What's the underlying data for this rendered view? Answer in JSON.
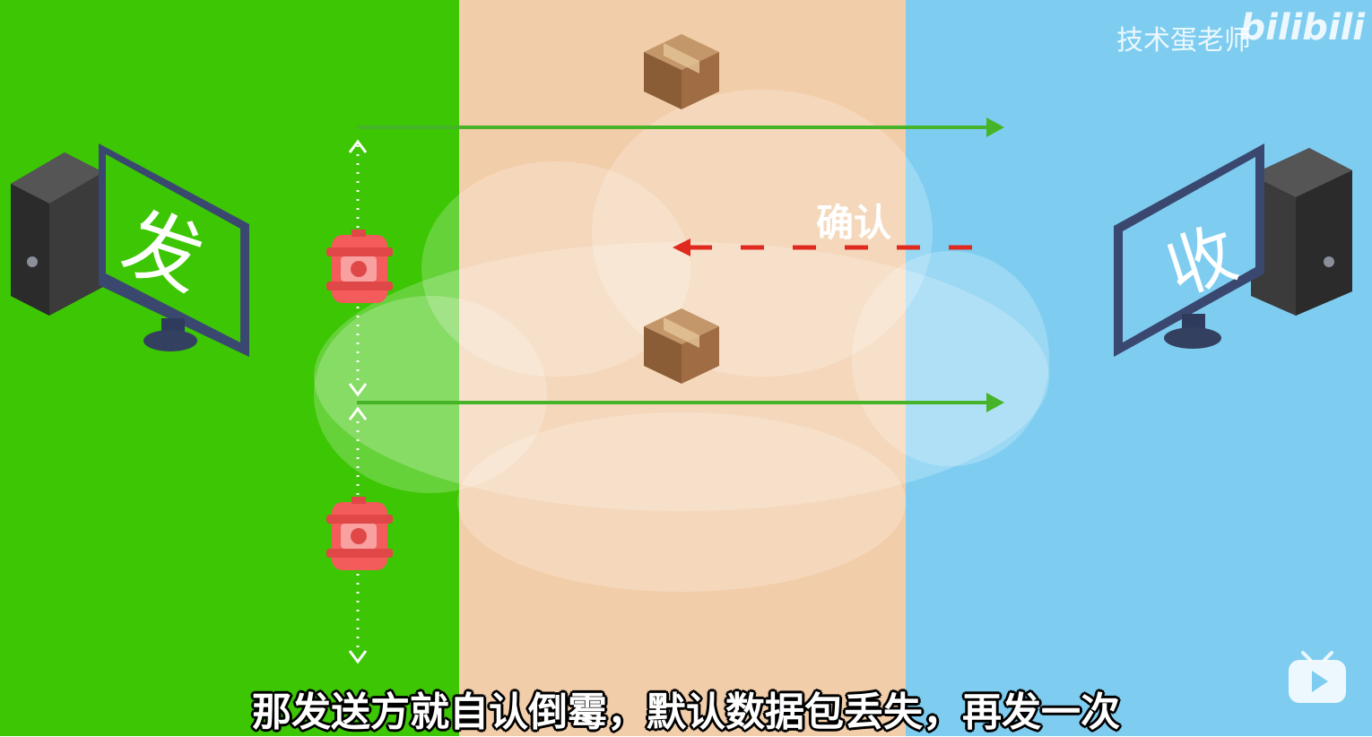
{
  "colors": {
    "sender_bg": "#3cc603",
    "network_bg": "#f2cda9",
    "receiver_bg": "#7ecdf1",
    "arrow_data": "#46b428",
    "arrow_ack": "#e02a1f",
    "timer": "#f45b5b"
  },
  "watermark": {
    "text": "技术蛋老师",
    "logo": "bilibili"
  },
  "sender": {
    "char": "发",
    "icon": "computer-icon"
  },
  "receiver": {
    "char": "收",
    "icon": "computer-icon"
  },
  "ack": {
    "label": "确认"
  },
  "packets": {
    "icon": "package-box-icon"
  },
  "timers": {
    "icon": "timer-bomb-icon"
  },
  "subtitle": {
    "text": "那发送方就自认倒霉，默认数据包丢失，再发一次"
  },
  "player": {
    "icon": "bilibili-tv-icon"
  }
}
